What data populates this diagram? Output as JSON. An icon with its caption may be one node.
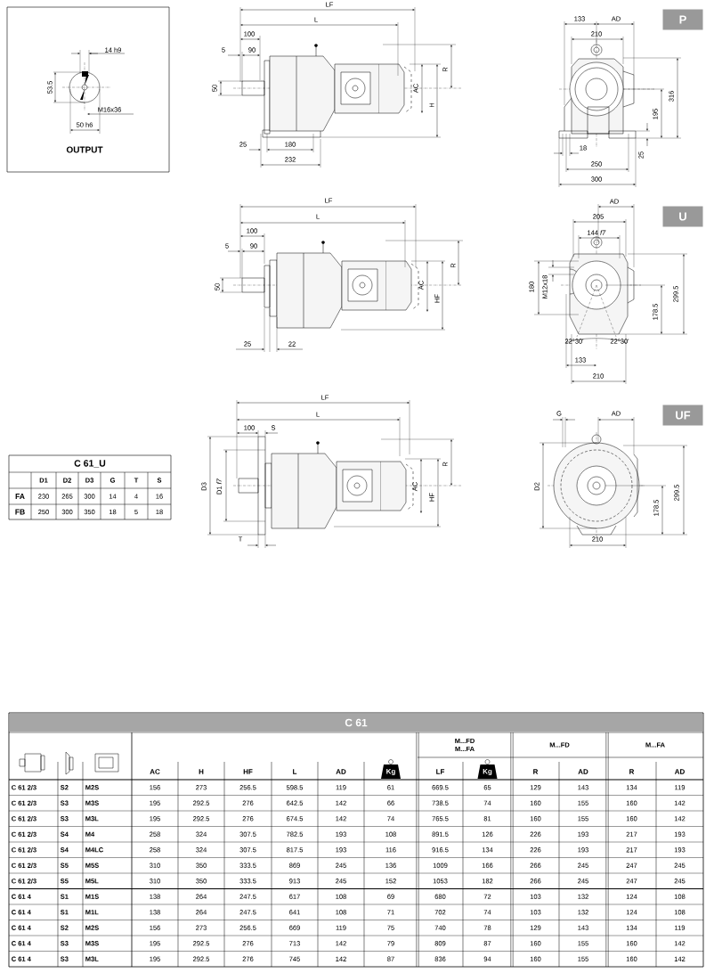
{
  "diagram": {
    "labels": [
      "14 h9",
      "53.5",
      "M16x36",
      "50 h6",
      "OUTPUT",
      "LF",
      "L",
      "100",
      "5",
      "90",
      "R",
      "50",
      "AC",
      "H",
      "25",
      "180",
      "232",
      "133",
      "AD",
      "210",
      "316",
      "195",
      "18",
      "25",
      "250",
      "300",
      "P",
      "LF",
      "L",
      "100",
      "5",
      "90",
      "R",
      "50",
      "AC",
      "HF",
      "25",
      "22",
      "AD",
      "205",
      "144 *f7*",
      "180",
      "M12x18",
      "299.5",
      "178.5",
      "22°30'",
      "22°30'",
      "133",
      "210",
      "U",
      "LF",
      "L",
      "100",
      "S",
      "R",
      "D3",
      "D1 *f7*",
      "AC",
      "HF",
      "T",
      "G",
      "AD",
      "UF",
      "D2",
      "178.5",
      "299.5",
      "210",
      "C 61_U",
      "D1",
      "D2",
      "D3",
      "G",
      "T",
      "S",
      "FA",
      "230",
      "265",
      "300",
      "14",
      "4",
      "16",
      "FB",
      "250",
      "300",
      "350",
      "18",
      "5",
      "18",
      "C 61",
      "M...FD M...FA",
      "M...FD",
      "M...FA",
      "AC",
      "H",
      "HF",
      "L",
      "AD",
      "Kg",
      "LF",
      "Kg",
      "R",
      "AD",
      "R",
      "AD",
      "C 61 2/3",
      "S2",
      "M2S",
      "156",
      "273",
      "256.5",
      "598.5",
      "119",
      "61",
      "669.5",
      "65",
      "129",
      "143",
      "134",
      "119",
      "C 61 2/3",
      "S3",
      "M3S",
      "195",
      "292.5",
      "276",
      "642.5",
      "142",
      "66",
      "738.5",
      "74",
      "160",
      "155",
      "160",
      "142",
      "C 61 2/3",
      "S3",
      "M3L",
      "195",
      "292.5",
      "276",
      "674.5",
      "142",
      "74",
      "765.5",
      "81",
      "160",
      "155",
      "160",
      "142",
      "C 61 2/3",
      "S4",
      "M4",
      "258",
      "324",
      "307.5",
      "782.5",
      "193",
      "108",
      "891.5",
      "126",
      "226",
      "193",
      "217",
      "193",
      "C 61 2/3",
      "S4",
      "M4LC",
      "258",
      "324",
      "307.5",
      "817.5",
      "193",
      "116",
      "916.5",
      "134",
      "226",
      "193",
      "217",
      "193",
      "C 61 2/3",
      "S5",
      "M5S",
      "310",
      "350",
      "333.5",
      "869",
      "245",
      "136",
      "1009",
      "166",
      "266",
      "245",
      "247",
      "245",
      "C 61 2/3",
      "S5",
      "M5L",
      "310",
      "350",
      "333.5",
      "913",
      "245",
      "152",
      "1053",
      "182",
      "266",
      "245",
      "247",
      "245",
      "C 61 4",
      "S1",
      "M1S",
      "138",
      "264",
      "247.5",
      "617",
      "108",
      "69",
      "680",
      "72",
      "103",
      "132",
      "124",
      "108",
      "C 61 4",
      "S1",
      "M1L",
      "138",
      "264",
      "247.5",
      "641",
      "108",
      "71",
      "702",
      "74",
      "103",
      "132",
      "124",
      "108",
      "C 61 4",
      "S2",
      "M2S",
      "156",
      "273",
      "256.5",
      "669",
      "119",
      "75",
      "740",
      "78",
      "129",
      "143",
      "134",
      "119",
      "C 61 4",
      "S3",
      "M3S",
      "195",
      "292.5",
      "276",
      "713",
      "142",
      "79",
      "809",
      "87",
      "160",
      "155",
      "160",
      "142",
      "C 61 4",
      "S3",
      "M3L",
      "195",
      "292.5",
      "276",
      "745",
      "142",
      "87",
      "836",
      "94",
      "160",
      "155",
      "160",
      "142"
    ]
  }
}
